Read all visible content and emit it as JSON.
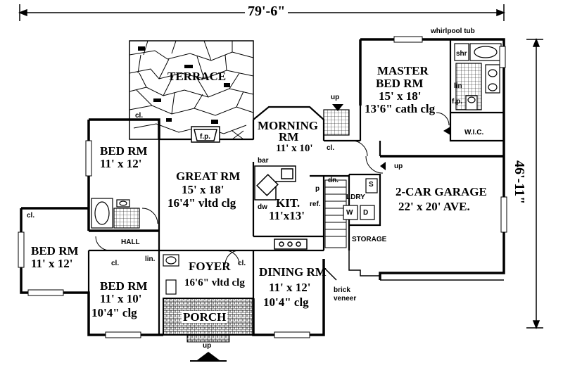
{
  "dimensions": {
    "width": "79'-6\"",
    "depth": "46'-11\""
  },
  "rooms": [
    {
      "id": "terrace",
      "lines": [
        "TERRACE"
      ]
    },
    {
      "id": "master-bed",
      "lines": [
        "MASTER",
        "BED RM",
        "15' x 18'",
        "13'6\" cath clg"
      ]
    },
    {
      "id": "morning",
      "lines": [
        "MORNING",
        "RM",
        "11' x 10'"
      ]
    },
    {
      "id": "bed-nw",
      "lines": [
        "BED RM",
        "11' x 12'"
      ]
    },
    {
      "id": "great",
      "lines": [
        "GREAT RM",
        "15' x 18'",
        "16'4\" vltd clg"
      ]
    },
    {
      "id": "kit",
      "lines": [
        "KIT.",
        "11'x13'"
      ]
    },
    {
      "id": "garage",
      "lines": [
        "2-CAR GARAGE",
        "22' x 20' AVE."
      ]
    },
    {
      "id": "bed-w",
      "lines": [
        "BED RM",
        "11' x 12'"
      ]
    },
    {
      "id": "bed-s",
      "lines": [
        "BED RM",
        "11' x 10'",
        "10'4\" clg"
      ]
    },
    {
      "id": "foyer",
      "lines": [
        "FOYER",
        "16'6\" vltd clg"
      ]
    },
    {
      "id": "dining",
      "lines": [
        "DINING RM",
        "11' x 12'",
        "10'4\" clg"
      ]
    },
    {
      "id": "porch",
      "lines": [
        "PORCH"
      ]
    }
  ],
  "small_labels": {
    "whirlpool": "whirlpool tub",
    "shr": "shr",
    "lin_master": "lin",
    "fp_master": "f.p.",
    "wic": "W.I.C.",
    "up_top": "up",
    "up_garage": "up",
    "up_porch": "up",
    "cl_nw": "cl.",
    "cl_stair": "cl.",
    "cl_w": "cl.",
    "cl_bed_s": "cl.",
    "cl_foyer": "cl.",
    "lin_hall": "lin.",
    "fp_terrace": "f.p.",
    "bar": "bar",
    "dw": "dw",
    "ref": "ref.",
    "dn": "dn.",
    "p": "p",
    "ldry": "LDRY",
    "s": "S",
    "w": "W",
    "d": "D",
    "storage": "STORAGE",
    "hall": "HALL",
    "brick": "brick",
    "veneer": "veneer"
  }
}
